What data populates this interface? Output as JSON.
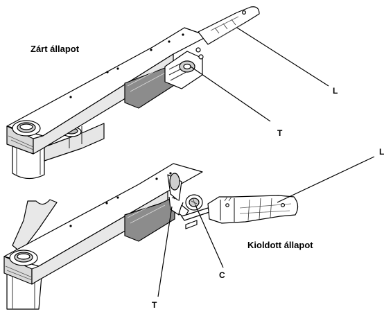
{
  "captions": {
    "closed_state": "Zárt állapot",
    "released_state": "Kioldott állapot"
  },
  "callouts": {
    "lever_closed": "L",
    "latch_closed": "T",
    "lever_released": "L",
    "pin_released": "C",
    "latch_released": "T"
  },
  "colors": {
    "line": "#000000",
    "face_light": "#ffffff",
    "face_gray": "#d9d9d9",
    "face_dark": "#8c8c8c"
  }
}
